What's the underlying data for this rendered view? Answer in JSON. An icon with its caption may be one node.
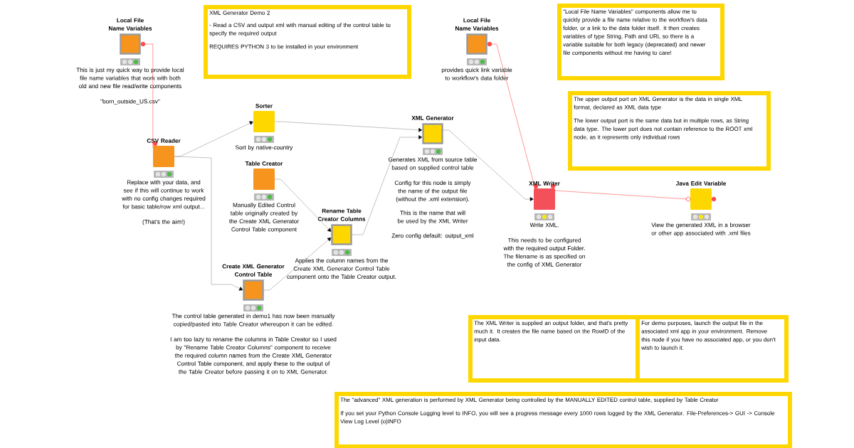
{
  "diagram": {
    "nodes": [
      {
        "text": [
          "Local File Name Variables",
          "This is just  my quick way to provide local file name variables  that work with both old and new file read/write components",
          "\"born_outside_US.csv\""
        ]
      },
      {
        "text": [
          "XML Generator Demo  2",
          "- Read a CSV and output xml with manual editing of the control table to specify the required output",
          "REQUIRES PYTHON 3 to be installed in your environment"
        ]
      },
      {
        "text": [
          "Local File Name Variables",
          "provides quick link variable to workflow's data folder"
        ]
      },
      {
        "text": [
          "\"Local File Name Variables\" components allow me to quickly provide a file name relative to the workflow's data folder, or a link to the data folder itself. It then creates variables of type String, Path and URL so there is a variable suitable for both legacy (deprecated) and newer file components without me having to care!"
        ]
      },
      {
        "text": [
          "Sorter",
          "Sort by native-country"
        ]
      },
      {
        "text": [
          "CSV Reader",
          "Replace with your data, and  see if this will continue to work with no config changes required for basic table/row xml output...",
          "(That's the aim!)"
        ]
      },
      {
        "text": [
          "XML Generator",
          "Generates XML from source table based on supplied control table",
          "Config for this node is simply the name of the output file (without the .xml extension)."
        ]
      },
      {
        "text": [
          "The upper output port on XML Generator is the data in single XML format, declared as XML data type",
          "The lower  output port is the same data but in multiple rows, as String data type. The lower port does not contain reference to the ROOT xml node, as it represents only individual rows"
        ]
      },
      {
        "text": [
          "Table Creator",
          "Manually Edited Control table originally created by the Create XML Generator Control Table component"
        ]
      },
      {
        "text": [
          "XML Writer",
          "Write XML.",
          "This needs to be configured with the required output Folder. The filename is as specified on the config of XML Generator"
        ]
      },
      {
        "text": [
          "Java Edit Variable",
          "View the generated XML in a browser or other app associated with .xml files"
        ]
      },
      {
        "text": [
          "Rename Table Creator Columns",
          "Applies the column names from the Create XML Generator Control Table component onto the Table Creator output."
        ]
      },
      {
        "text": [
          "Create XML Generator Control Table",
          "The control table generated in demo1 has now been manually copied/pasted into Table Creator whereupon it can be edited.",
          "I am too lazy to rename the columns in Table Creator so I used by \"Rename Table Creator Columns\" component to receive the required column names from the Create XML Generator Control Table component, and apply these to the output of the Table Creator before passing it on to XML Generator."
        ]
      },
      {
        "text": [
          "The XML Writer is supplied an output folder, and that's pretty much it. It creates the file name based on the RowID of the input data."
        ]
      },
      {
        "text": [
          "For demo purposes, launch the output file in the associated xml app in your environment. Remove this node if you have no associated app, or you don't wish to launch it."
        ]
      },
      {
        "text": [
          "The \"advanced\" XML generation is performed by XML Generator being controlled by the MANUALLY EDITED control table, supplied by Table Creator",
          "If you set your Python Console Logging level to INFO, you will see a progress message every 1000 rows logged by the XML Generator. File-Preferences-> GUI -> Console View Log Level   (o)INFO"
        ]
      }
    ],
    "edges": [
      {
        "from": 0,
        "to": 5,
        "arrow": "none",
        "color": "#ff5050"
      },
      {
        "from": 5,
        "to": 4,
        "arrow": "to"
      },
      {
        "from": 5,
        "to": 12,
        "arrow": "to"
      },
      {
        "from": 4,
        "to": 6,
        "arrow": "to"
      },
      {
        "from": 8,
        "to": 11,
        "arrow": "to"
      },
      {
        "from": 12,
        "to": 11,
        "arrow": "to"
      },
      {
        "from": 11,
        "to": 6,
        "arrow": "to"
      },
      {
        "from": 6,
        "to": 9,
        "arrow": "to"
      },
      {
        "from": 2,
        "to": 9,
        "arrow": "none",
        "color": "#ff5050"
      },
      {
        "from": 9,
        "to": 10,
        "arrow": "none",
        "color": "#ff5050"
      }
    ],
    "labels": [
      "This is the name that will be used by the XML Writer",
      "Zero config default: output_xml"
    ]
  }
}
